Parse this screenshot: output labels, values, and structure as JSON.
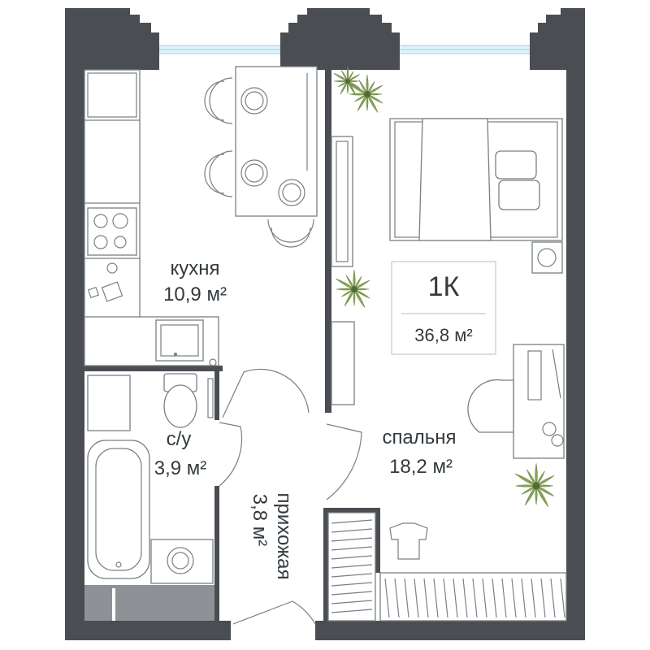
{
  "apartment": {
    "type": "1К",
    "total_area": "36,8 м²"
  },
  "rooms": {
    "kitchen": {
      "name": "кухня",
      "area": "10,9 м²"
    },
    "bathroom": {
      "name": "с/у",
      "area": "3,9 м²"
    },
    "hallway": {
      "name": "прихожая",
      "area": "3,8 м²"
    },
    "bedroom": {
      "name": "спальня",
      "area": "18,2 м²"
    }
  },
  "colors": {
    "wall": "#4a4e52",
    "window": "#bfe6f0",
    "furniture_stroke": "#7a7f83",
    "text": "#333a3f",
    "plant": "#8aa35a"
  }
}
